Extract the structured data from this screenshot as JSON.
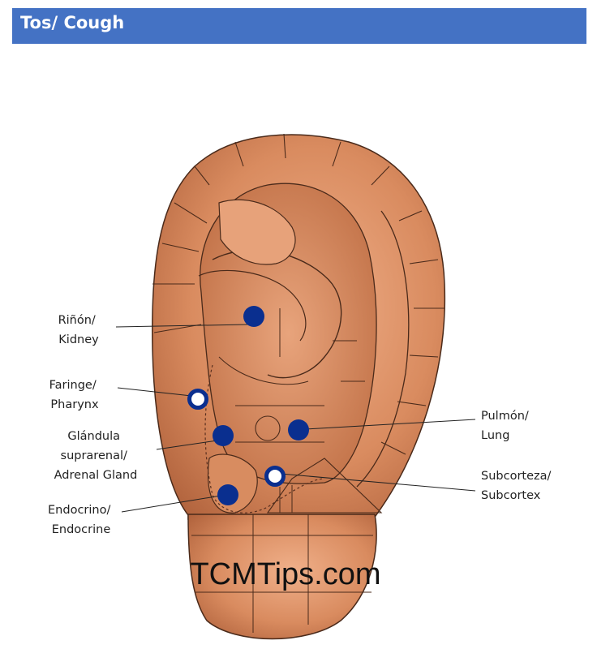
{
  "header": {
    "title": "Tos/ Cough",
    "bg_color": "#4472c4"
  },
  "watermark": "TCMTips.com",
  "points": [
    {
      "id": "kidney",
      "lines": [
        "Riñón/",
        "Kidney"
      ],
      "style": "filled"
    },
    {
      "id": "pharynx",
      "lines": [
        "Faringe/",
        "Pharynx"
      ],
      "style": "hollow"
    },
    {
      "id": "adrenal",
      "lines": [
        "Glándula",
        "suprarenal/",
        "Adrenal Gland"
      ],
      "style": "filled"
    },
    {
      "id": "endocrine",
      "lines": [
        "Endocrino/",
        "Endocrine"
      ],
      "style": "filled"
    },
    {
      "id": "lung",
      "lines": [
        "Pulmón/",
        "Lung"
      ],
      "style": "filled"
    },
    {
      "id": "subcortex",
      "lines": [
        "Subcorteza/",
        "Subcortex"
      ],
      "style": "hollow"
    }
  ],
  "colors": {
    "point": "#0a2f8f",
    "skin": "#d98b5f",
    "skin_dark": "#b86a42",
    "line": "#4a2a1a"
  }
}
